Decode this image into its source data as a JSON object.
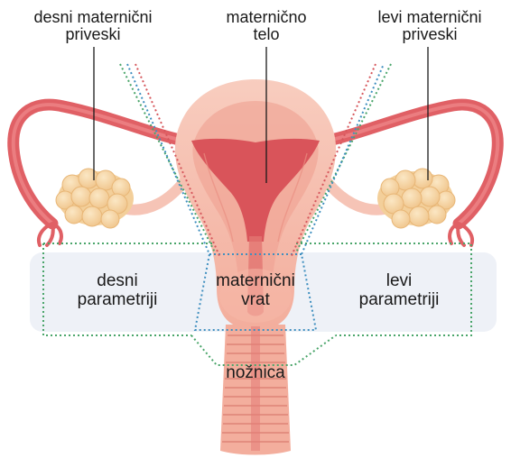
{
  "labels": {
    "right_adnexa": {
      "line1": "desni maternični",
      "line2": "priveski"
    },
    "uterine_body": {
      "line1": "maternično",
      "line2": "telo"
    },
    "left_adnexa": {
      "line1": "levi maternični",
      "line2": "priveski"
    },
    "right_parametrium": {
      "line1": "desni",
      "line2": "parametriji"
    },
    "cervix": {
      "line1": "maternični",
      "line2": "vrat"
    },
    "left_parametrium": {
      "line1": "levi",
      "line2": "parametriji"
    },
    "vagina": "nožnica"
  },
  "colors": {
    "tissue_light": "#f6c4b6",
    "tissue_mid": "#f0a393",
    "tissue_dark": "#d9545a",
    "tube_red": "#e06065",
    "ovary": "#f7d7a6",
    "band_bg": "#eef1f7",
    "dot_green": "#4aa56a",
    "dot_blue": "#3f8fbf",
    "dot_red": "#d6575c"
  }
}
